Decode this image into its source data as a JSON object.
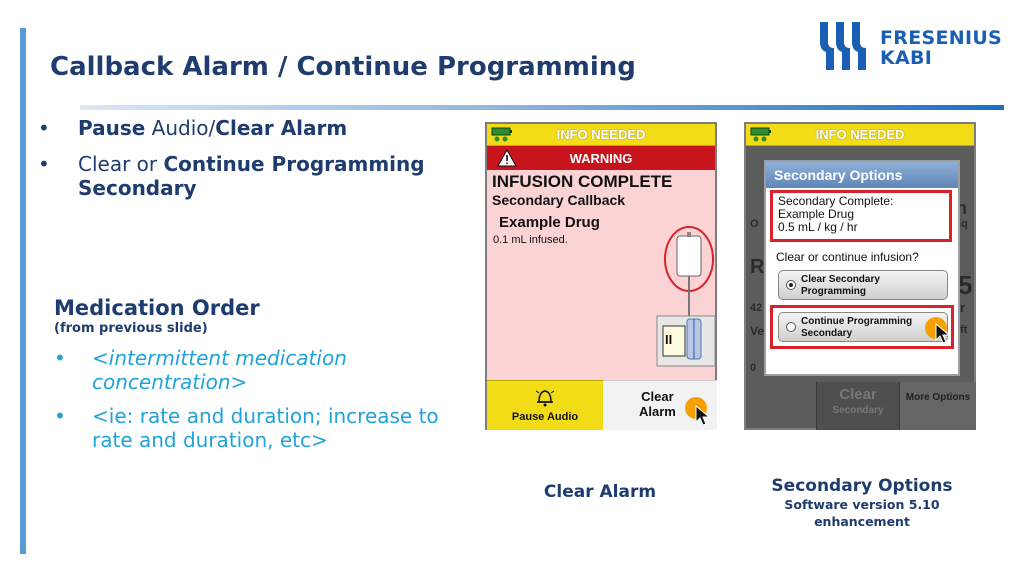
{
  "title": "Callback Alarm / Continue Programming",
  "logo": {
    "line1": "FRESENIUS",
    "line2": "KABI"
  },
  "bullets": [
    {
      "bold1": "Pause",
      "normal": " Audio/",
      "bold2": "Clear Alarm"
    },
    {
      "normal": "Clear or ",
      "bold2": "Continue Programming Secondary"
    }
  ],
  "medication": {
    "title": "Medication Order",
    "subtitle": "(from previous slide)",
    "items": [
      "<intermittent medication concentration>",
      "<ie: rate and duration; increase to rate and duration, etc>"
    ]
  },
  "screen1": {
    "info_bar": "INFO NEEDED",
    "warning_bar": "WARNING",
    "heading": "INFUSION COMPLETE",
    "subheading": "Secondary Callback",
    "drug": "Example Drug",
    "infused": "0.1 mL infused.",
    "pause_label": "Pause Audio",
    "clear_label": "Clear\nAlarm",
    "pause_symbol": "II"
  },
  "screen2": {
    "info_bar": "INFO NEEDED",
    "dialog_title": "Secondary Options",
    "summary_line1": "Secondary Complete:",
    "summary_line2": "Example Drug",
    "summary_line3": "0.5 mL / kg / hr",
    "question": "Clear or continue infusion?",
    "option1": "Clear Secondary Programming",
    "option2": "Continue Programming Secondary",
    "clear_label": "Clear",
    "clear_sub": "Secondary",
    "more_label": "More Options",
    "bg_n": "n",
    "bg_iq": "iq",
    "bg_R": "R",
    "bg_5": "5",
    "bg_42": "42",
    "bg_r": "r",
    "bg_ve": "Ve",
    "bg_eft": "eft",
    "bg_O": "O",
    "bg_0": "0"
  },
  "captions": {
    "clear_alarm": "Clear Alarm",
    "secondary_options": "Secondary Options",
    "software_line1": "Software version 5.10",
    "software_line2": "enhancement"
  },
  "colors": {
    "navy": "#1f3c6e",
    "cyan": "#1fa3d8",
    "alert_red": "#d8232a",
    "info_yellow": "#f1dc16"
  }
}
